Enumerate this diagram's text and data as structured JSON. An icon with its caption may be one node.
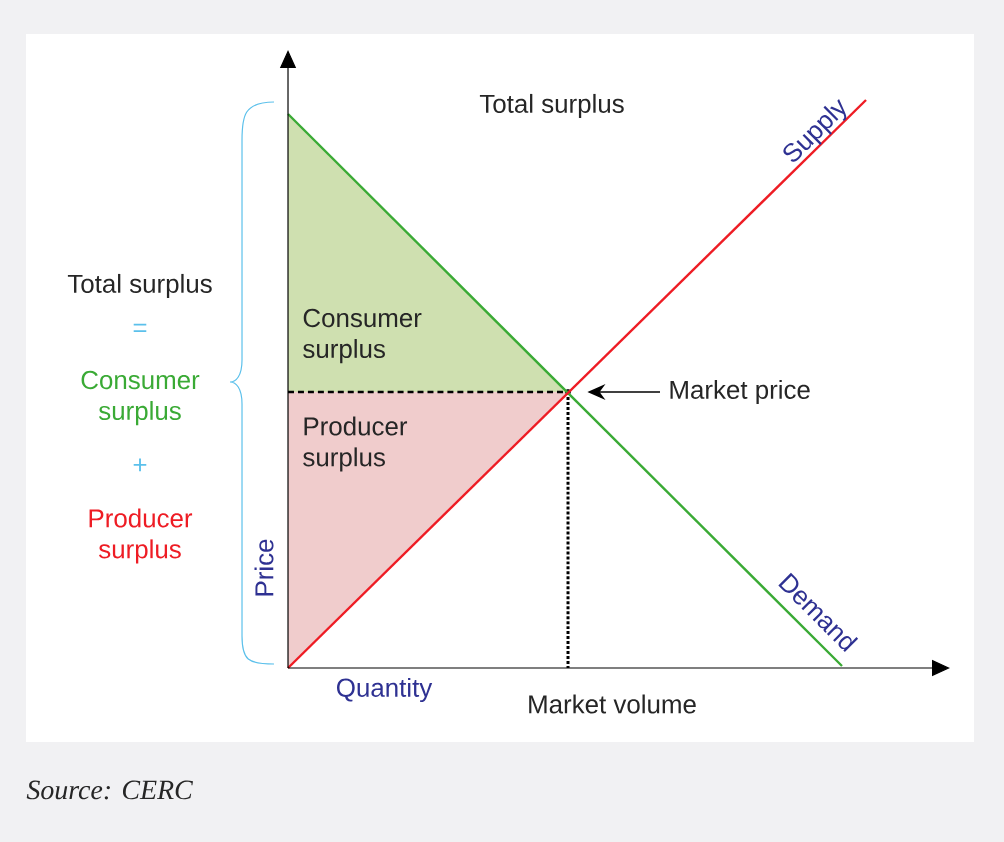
{
  "diagram": {
    "caption": "Source: CERC",
    "nodes": [
      {
        "text": [
          "Consumer surplus"
        ]
      },
      {
        "text": [
          "Producer surplus"
        ]
      },
      {
        "text": [
          "Market price"
        ]
      },
      {
        "text": [],
        "shape": "dot"
      }
    ],
    "edges": [
      {
        "from": 2,
        "to": 3,
        "arrow": "to"
      }
    ],
    "labels": [
      "Total surplus",
      "Supply",
      "Total surplus",
      "=",
      "Consumer surplus",
      "+",
      "Producer surplus",
      "Price",
      "Demand",
      "Quantity",
      "Market volume"
    ]
  }
}
